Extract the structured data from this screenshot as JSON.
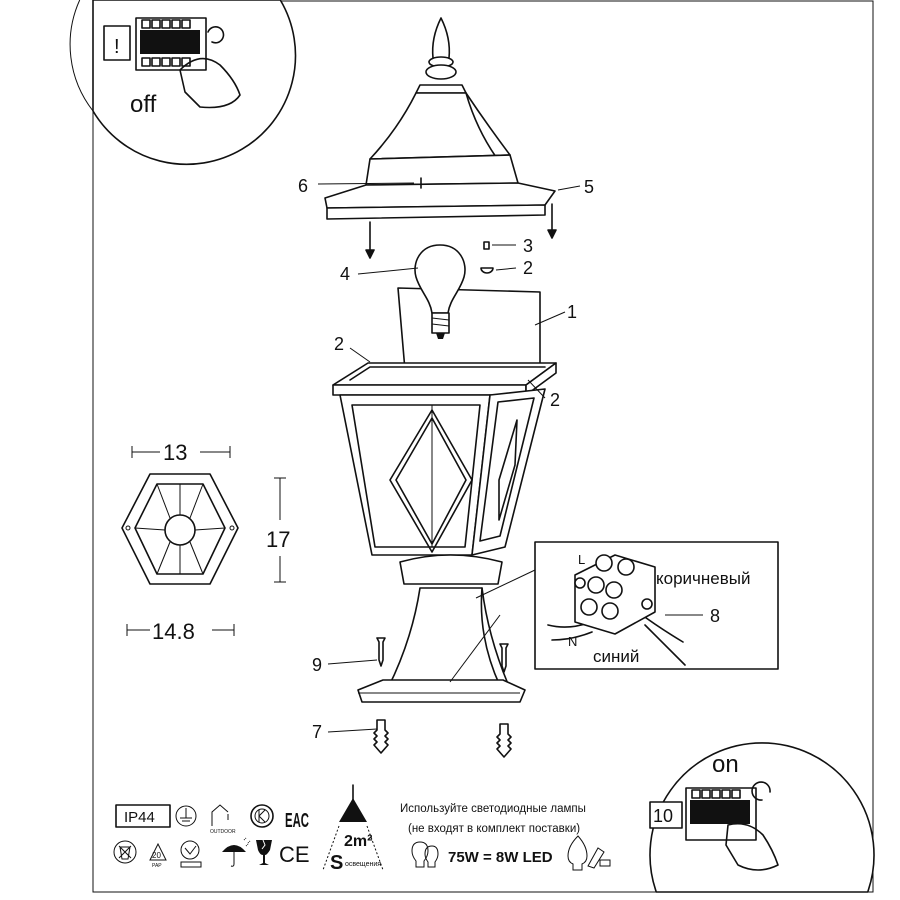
{
  "switch_off": {
    "warning": "!",
    "label": "off"
  },
  "switch_on": {
    "step": "10",
    "label": "on"
  },
  "callouts": {
    "c1": "1",
    "c2a": "2",
    "c2b": "2",
    "c2c": "2",
    "c3": "3",
    "c4": "4",
    "c5": "5",
    "c6": "6",
    "c7": "7",
    "c8": "8",
    "c9": "9"
  },
  "dimensions": {
    "width_top": "13",
    "height": "17",
    "width_bottom": "14.8"
  },
  "wiring": {
    "live": "L",
    "neutral": "N",
    "brown": "коричневый",
    "blue": "синий"
  },
  "icons": {
    "ip_rating": "IP44",
    "outdoor": "OUTDOOR",
    "eac": "EAC",
    "ce": "CE",
    "recycle_number": "20",
    "recycle_code": "PAP",
    "ground": "ground-icon",
    "umbrella": "umbrella-icon",
    "fragile": "fragile-glass-icon"
  },
  "illumination": {
    "area": "2m²",
    "symbol": "S",
    "caption": "освещения"
  },
  "lamp_note": {
    "line1": "Используйте светодиодные лампы",
    "line2": "(не входят в комплект поставки)",
    "equivalence": "75W = 8W LED"
  },
  "colors": {
    "ink": "#111111",
    "background": "#ffffff"
  }
}
